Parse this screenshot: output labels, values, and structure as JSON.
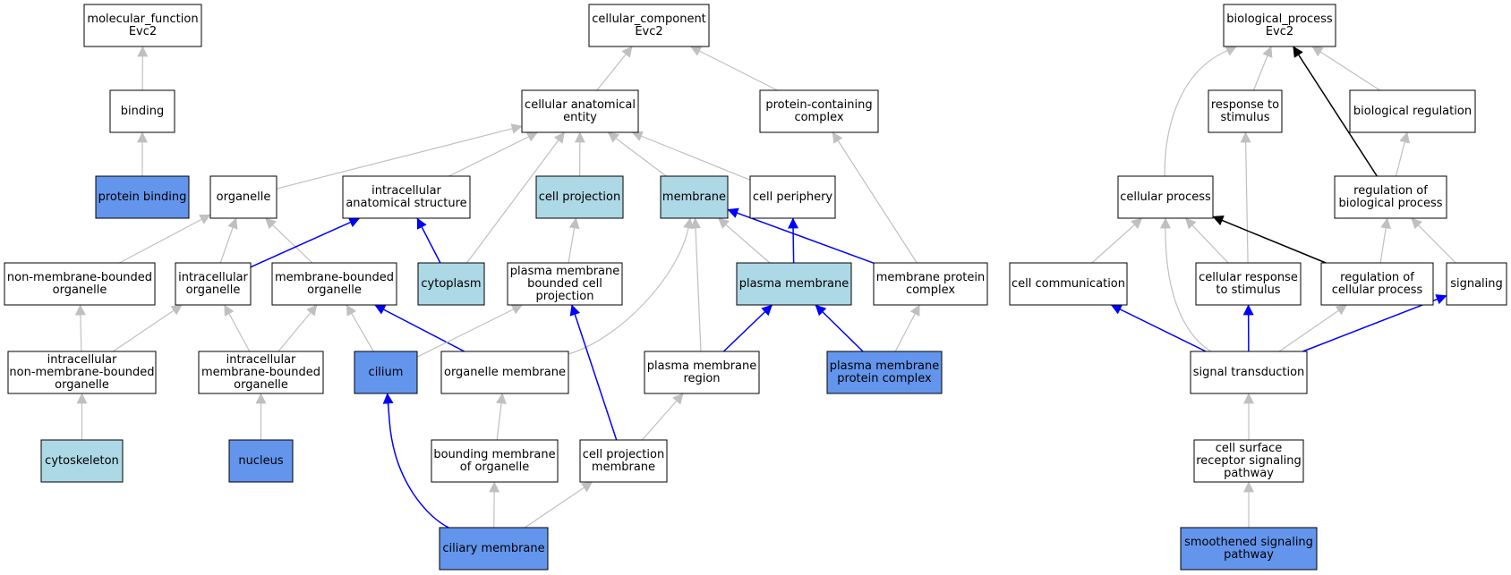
{
  "colors": {
    "plain": "#ffffff",
    "light": "#add8e6",
    "dark": "#6495ed",
    "edge_gray": "#c0c0c0",
    "edge_blue": "#0000ff",
    "edge_black": "#000000"
  },
  "nodes": [
    {
      "id": "mf",
      "lines": [
        "molecular_function",
        "Evc2"
      ],
      "fill": "plain"
    },
    {
      "id": "binding",
      "lines": [
        "binding"
      ],
      "fill": "plain"
    },
    {
      "id": "protein_binding",
      "lines": [
        "protein binding"
      ],
      "fill": "dark"
    },
    {
      "id": "cc",
      "lines": [
        "cellular_component",
        "Evc2"
      ],
      "fill": "plain"
    },
    {
      "id": "cae",
      "lines": [
        "cellular anatomical",
        "entity"
      ],
      "fill": "plain"
    },
    {
      "id": "pcc",
      "lines": [
        "protein-containing",
        "complex"
      ],
      "fill": "plain"
    },
    {
      "id": "organelle",
      "lines": [
        "organelle"
      ],
      "fill": "plain"
    },
    {
      "id": "ias",
      "lines": [
        "intracellular",
        "anatomical structure"
      ],
      "fill": "plain"
    },
    {
      "id": "cell_projection",
      "lines": [
        "cell projection"
      ],
      "fill": "light"
    },
    {
      "id": "membrane",
      "lines": [
        "membrane"
      ],
      "fill": "light"
    },
    {
      "id": "cell_periphery",
      "lines": [
        "cell periphery"
      ],
      "fill": "plain"
    },
    {
      "id": "nmbo",
      "lines": [
        "non-membrane-bounded",
        "organelle"
      ],
      "fill": "plain"
    },
    {
      "id": "io",
      "lines": [
        "intracellular",
        "organelle"
      ],
      "fill": "plain"
    },
    {
      "id": "mbo",
      "lines": [
        "membrane-bounded",
        "organelle"
      ],
      "fill": "plain"
    },
    {
      "id": "cytoplasm",
      "lines": [
        "cytoplasm"
      ],
      "fill": "light"
    },
    {
      "id": "pmbcp",
      "lines": [
        "plasma membrane",
        "bounded cell",
        "projection"
      ],
      "fill": "plain"
    },
    {
      "id": "plasma_membrane",
      "lines": [
        "plasma membrane"
      ],
      "fill": "light"
    },
    {
      "id": "mpc",
      "lines": [
        "membrane protein",
        "complex"
      ],
      "fill": "plain"
    },
    {
      "id": "inmbo",
      "lines": [
        "intracellular",
        "non-membrane-bounded",
        "organelle"
      ],
      "fill": "plain"
    },
    {
      "id": "imbo",
      "lines": [
        "intracellular",
        "membrane-bounded",
        "organelle"
      ],
      "fill": "plain"
    },
    {
      "id": "cilium",
      "lines": [
        "cilium"
      ],
      "fill": "dark"
    },
    {
      "id": "organelle_membrane",
      "lines": [
        "organelle membrane"
      ],
      "fill": "plain"
    },
    {
      "id": "pmr",
      "lines": [
        "plasma membrane",
        "region"
      ],
      "fill": "plain"
    },
    {
      "id": "pmpc",
      "lines": [
        "plasma membrane",
        "protein complex"
      ],
      "fill": "dark"
    },
    {
      "id": "cytoskeleton",
      "lines": [
        "cytoskeleton"
      ],
      "fill": "light"
    },
    {
      "id": "nucleus",
      "lines": [
        "nucleus"
      ],
      "fill": "dark"
    },
    {
      "id": "bmo",
      "lines": [
        "bounding membrane",
        "of organelle"
      ],
      "fill": "plain"
    },
    {
      "id": "cpm",
      "lines": [
        "cell projection",
        "membrane"
      ],
      "fill": "plain"
    },
    {
      "id": "ciliary_membrane",
      "lines": [
        "ciliary membrane"
      ],
      "fill": "dark"
    },
    {
      "id": "bp",
      "lines": [
        "biological_process",
        "Evc2"
      ],
      "fill": "plain"
    },
    {
      "id": "rts",
      "lines": [
        "response to",
        "stimulus"
      ],
      "fill": "plain"
    },
    {
      "id": "breg",
      "lines": [
        "biological regulation"
      ],
      "fill": "plain"
    },
    {
      "id": "cellular_process",
      "lines": [
        "cellular process"
      ],
      "fill": "plain"
    },
    {
      "id": "rbp",
      "lines": [
        "regulation of",
        "biological process"
      ],
      "fill": "plain"
    },
    {
      "id": "cell_communication",
      "lines": [
        "cell communication"
      ],
      "fill": "plain"
    },
    {
      "id": "crs",
      "lines": [
        "cellular response",
        "to stimulus"
      ],
      "fill": "plain"
    },
    {
      "id": "rcp",
      "lines": [
        "regulation of",
        "cellular process"
      ],
      "fill": "plain"
    },
    {
      "id": "signaling",
      "lines": [
        "signaling"
      ],
      "fill": "plain"
    },
    {
      "id": "signal_transduction",
      "lines": [
        "signal transduction"
      ],
      "fill": "plain"
    },
    {
      "id": "csrsp",
      "lines": [
        "cell surface",
        "receptor signaling",
        "pathway"
      ],
      "fill": "plain"
    },
    {
      "id": "ssp",
      "lines": [
        "smoothened signaling",
        "pathway"
      ],
      "fill": "dark"
    }
  ],
  "edges": [
    {
      "from": "binding",
      "to": "mf",
      "kind": "gray"
    },
    {
      "from": "protein_binding",
      "to": "binding",
      "kind": "gray"
    },
    {
      "from": "cae",
      "to": "cc",
      "kind": "gray"
    },
    {
      "from": "pcc",
      "to": "cc",
      "kind": "gray"
    },
    {
      "from": "organelle",
      "to": "cae",
      "kind": "gray"
    },
    {
      "from": "ias",
      "to": "cae",
      "kind": "gray"
    },
    {
      "from": "cytoplasm",
      "to": "cae",
      "kind": "gray"
    },
    {
      "from": "cell_projection",
      "to": "cae",
      "kind": "gray"
    },
    {
      "from": "membrane",
      "to": "cae",
      "kind": "gray"
    },
    {
      "from": "cell_periphery",
      "to": "cae",
      "kind": "gray"
    },
    {
      "from": "nmbo",
      "to": "organelle",
      "kind": "gray"
    },
    {
      "from": "io",
      "to": "organelle",
      "kind": "gray"
    },
    {
      "from": "mbo",
      "to": "organelle",
      "kind": "gray"
    },
    {
      "from": "io",
      "to": "ias",
      "kind": "blue"
    },
    {
      "from": "cytoplasm",
      "to": "ias",
      "kind": "blue"
    },
    {
      "from": "pmbcp",
      "to": "cell_projection",
      "kind": "gray"
    },
    {
      "from": "plasma_membrane",
      "to": "membrane",
      "kind": "gray"
    },
    {
      "from": "mpc",
      "to": "membrane",
      "kind": "blue"
    },
    {
      "from": "organelle_membrane",
      "to": "membrane",
      "kind": "gray"
    },
    {
      "from": "pmr",
      "to": "membrane",
      "kind": "gray"
    },
    {
      "from": "plasma_membrane",
      "to": "cell_periphery",
      "kind": "blue"
    },
    {
      "from": "mpc",
      "to": "pcc",
      "kind": "gray"
    },
    {
      "from": "inmbo",
      "to": "nmbo",
      "kind": "gray"
    },
    {
      "from": "inmbo",
      "to": "io",
      "kind": "gray"
    },
    {
      "from": "imbo",
      "to": "io",
      "kind": "gray"
    },
    {
      "from": "imbo",
      "to": "mbo",
      "kind": "gray"
    },
    {
      "from": "cilium",
      "to": "mbo",
      "kind": "gray"
    },
    {
      "from": "organelle_membrane",
      "to": "mbo",
      "kind": "blue"
    },
    {
      "from": "cilium",
      "to": "pmbcp",
      "kind": "gray"
    },
    {
      "from": "cpm",
      "to": "pmbcp",
      "kind": "blue"
    },
    {
      "from": "pmr",
      "to": "plasma_membrane",
      "kind": "blue"
    },
    {
      "from": "pmpc",
      "to": "plasma_membrane",
      "kind": "blue"
    },
    {
      "from": "pmpc",
      "to": "mpc",
      "kind": "gray"
    },
    {
      "from": "cytoskeleton",
      "to": "inmbo",
      "kind": "gray"
    },
    {
      "from": "nucleus",
      "to": "imbo",
      "kind": "gray"
    },
    {
      "from": "ciliary_membrane",
      "to": "cilium",
      "kind": "blue"
    },
    {
      "from": "bmo",
      "to": "organelle_membrane",
      "kind": "gray"
    },
    {
      "from": "cpm",
      "to": "pmr",
      "kind": "gray"
    },
    {
      "from": "ciliary_membrane",
      "to": "bmo",
      "kind": "gray"
    },
    {
      "from": "ciliary_membrane",
      "to": "cpm",
      "kind": "gray"
    },
    {
      "from": "rts",
      "to": "bp",
      "kind": "gray"
    },
    {
      "from": "breg",
      "to": "bp",
      "kind": "gray"
    },
    {
      "from": "cellular_process",
      "to": "bp",
      "kind": "gray"
    },
    {
      "from": "rbp",
      "to": "bp",
      "kind": "black"
    },
    {
      "from": "rbp",
      "to": "breg",
      "kind": "gray"
    },
    {
      "from": "crs",
      "to": "rts",
      "kind": "gray"
    },
    {
      "from": "cell_communication",
      "to": "cellular_process",
      "kind": "gray"
    },
    {
      "from": "crs",
      "to": "cellular_process",
      "kind": "gray"
    },
    {
      "from": "rcp",
      "to": "cellular_process",
      "kind": "black"
    },
    {
      "from": "signal_transduction",
      "to": "cellular_process",
      "kind": "gray"
    },
    {
      "from": "rcp",
      "to": "rbp",
      "kind": "gray"
    },
    {
      "from": "signaling",
      "to": "rbp",
      "kind": "gray"
    },
    {
      "from": "signal_transduction",
      "to": "cell_communication",
      "kind": "blue"
    },
    {
      "from": "signal_transduction",
      "to": "crs",
      "kind": "blue"
    },
    {
      "from": "signal_transduction",
      "to": "rcp",
      "kind": "gray"
    },
    {
      "from": "signal_transduction",
      "to": "signaling",
      "kind": "blue"
    },
    {
      "from": "csrsp",
      "to": "signal_transduction",
      "kind": "gray"
    },
    {
      "from": "ssp",
      "to": "csrsp",
      "kind": "gray"
    }
  ]
}
